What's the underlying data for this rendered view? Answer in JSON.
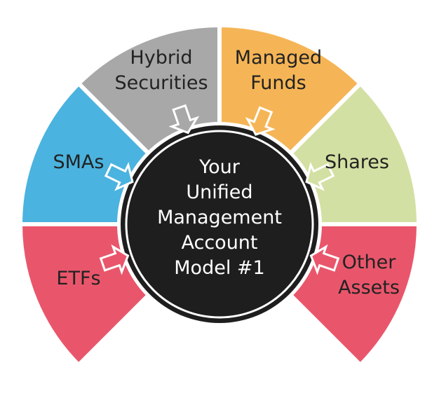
{
  "center": {
    "lines": [
      "Your",
      "Unified",
      "Management",
      "Account",
      "Model #1"
    ],
    "color": "#1e1e1e"
  },
  "segments": [
    {
      "name": "etfs",
      "lines": [
        "ETFs"
      ],
      "color": "#e9566b"
    },
    {
      "name": "smas",
      "lines": [
        "SMAs"
      ],
      "color": "#4bb3df"
    },
    {
      "name": "hybrid-securities",
      "lines": [
        "Hybrid",
        "Securities"
      ],
      "color": "#a8a8a8"
    },
    {
      "name": "managed-funds",
      "lines": [
        "Managed",
        "Funds"
      ],
      "color": "#f5b556"
    },
    {
      "name": "shares",
      "lines": [
        "Shares"
      ],
      "color": "#d3e0a3"
    },
    {
      "name": "other-assets",
      "lines": [
        "Other",
        "Assets"
      ],
      "color": "#e9566b"
    }
  ]
}
